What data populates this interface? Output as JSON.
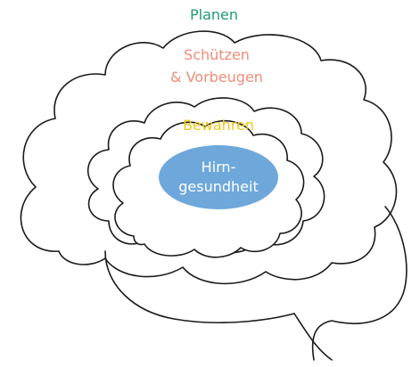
{
  "colors": {
    "planen": "#1f9a76",
    "schuetzen": "#ef8d78",
    "bewahren": "#f0c81e",
    "core_fill": "#6ea8db",
    "core_text": "#ffffff",
    "outline": "#1a1a1a"
  },
  "labels": {
    "planen": "Planen",
    "schuetzen_line1": "Schützen",
    "schuetzen_line2": "& Vorbeugen",
    "bewahren": "Bewahren",
    "core_line1": "Hirn-",
    "core_line2": "gesundheit"
  }
}
